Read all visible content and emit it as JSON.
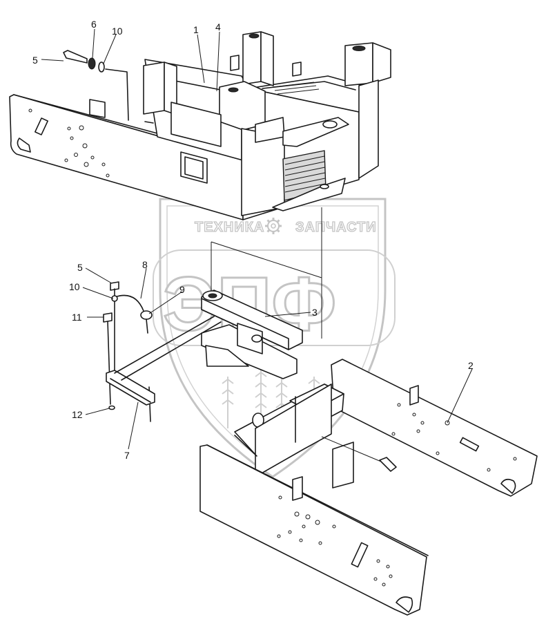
{
  "watermark": {
    "left_word": "ТЕХНИКА",
    "right_word": "ЗАПЧАСТИ",
    "monogram": "ЭПФ",
    "gear_icon": "gear-icon",
    "color": "#c4c4c4"
  },
  "callouts": [
    {
      "id": "upper-5",
      "text": "5"
    },
    {
      "id": "upper-6",
      "text": "6"
    },
    {
      "id": "upper-10",
      "text": "10"
    },
    {
      "id": "upper-1",
      "text": "1"
    },
    {
      "id": "upper-4",
      "text": "4"
    },
    {
      "id": "left-5",
      "text": "5"
    },
    {
      "id": "left-8",
      "text": "8"
    },
    {
      "id": "left-10",
      "text": "10"
    },
    {
      "id": "left-9",
      "text": "9"
    },
    {
      "id": "mid-3",
      "text": "3"
    },
    {
      "id": "left-11",
      "text": "11"
    },
    {
      "id": "right-2",
      "text": "2"
    },
    {
      "id": "left-12",
      "text": "12"
    },
    {
      "id": "left-7",
      "text": "7"
    }
  ]
}
